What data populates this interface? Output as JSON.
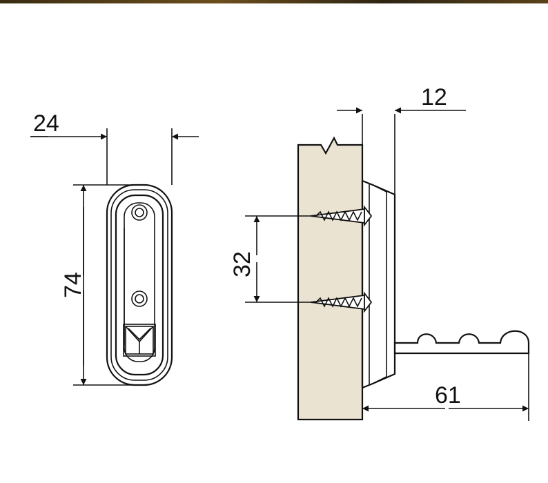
{
  "dimensions": {
    "bracket_width": "24",
    "bracket_height": "74",
    "screw_spacing": "32",
    "mount_depth": "12",
    "rod_length": "61"
  },
  "colors": {
    "line": "#111111",
    "wood": "#eae3d2",
    "part": "#ffffff",
    "top_bar": "#5a4219"
  }
}
